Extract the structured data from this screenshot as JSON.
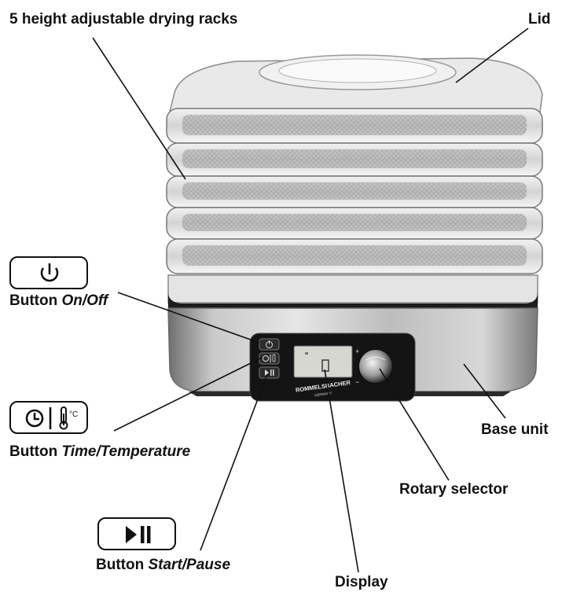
{
  "labels": {
    "racks": "5 height adjustable drying racks",
    "lid": "Lid",
    "on_off_prefix": "Button ",
    "on_off_name": "On/Off",
    "time_temp_prefix": "Button ",
    "time_temp_name": "Time/Temperature",
    "start_pause_prefix": "Button ",
    "start_pause_name": "Start/Pause",
    "base_unit": "Base unit",
    "rotary_selector": "Rotary selector",
    "display": "Display"
  },
  "brand": {
    "name": "ROMMELSBACHER",
    "sub": "GERMANY"
  },
  "icons": {
    "power": "power-icon",
    "clock": "clock-icon",
    "thermometer": "thermometer-icon",
    "play_pause": "play-pause-icon",
    "celsius_unit": "°C"
  },
  "colors": {
    "line": "#111111",
    "steel": "#b5b5b5",
    "panel": "#1a1a1a"
  }
}
